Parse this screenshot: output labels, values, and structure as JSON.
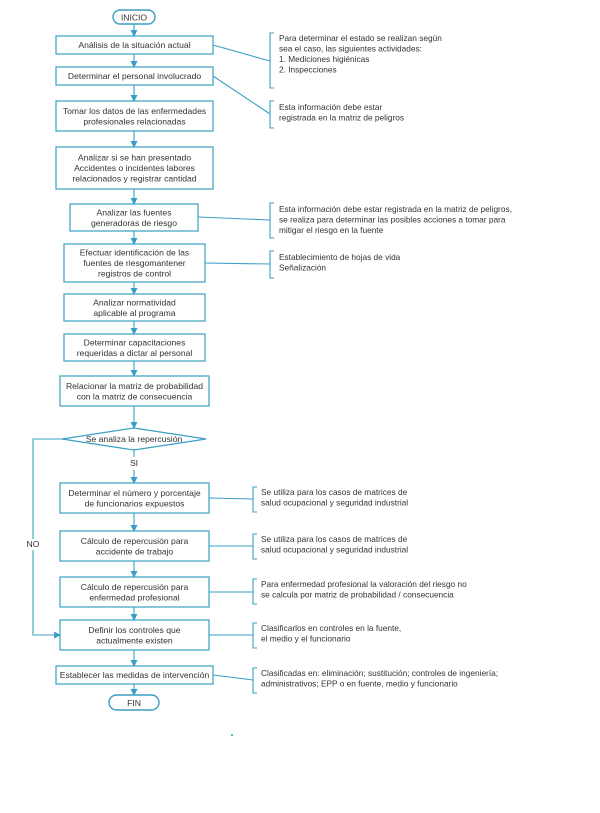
{
  "start": "INICIO",
  "end": "FIN",
  "steps": [
    {
      "lines": [
        "Análisis de la situación actual"
      ]
    },
    {
      "lines": [
        "Determinar el personal involucrado"
      ]
    },
    {
      "lines": [
        "Tomar los datos de las enfermedades",
        "profesionales relacionadas"
      ]
    },
    {
      "lines": [
        "Analizar si se han presentado",
        "Accidentes o incidentes labores",
        "relacionados y registrar cantidad"
      ]
    },
    {
      "lines": [
        "Analizar las fuentes",
        "generadoras de riesgo"
      ]
    },
    {
      "lines": [
        "Efectuar identificación de las",
        "fuentes de riesgomantener",
        "registros de control"
      ]
    },
    {
      "lines": [
        "Analizar normatividad",
        "aplicable al programa"
      ]
    },
    {
      "lines": [
        "Determinar capacitaciones",
        "requeridas a dictar al personal"
      ]
    },
    {
      "lines": [
        "Relacionar la matriz de probabilidad",
        "con la matriz de consecuencia"
      ]
    }
  ],
  "decision": {
    "label": "Se analiza la repercusión",
    "yes": "SI",
    "no": "NO"
  },
  "branch_steps": [
    {
      "lines": [
        "Determinar el número y porcentaje",
        "de funcionarios expuestos"
      ]
    },
    {
      "lines": [
        "Cálculo de repercusión para",
        "accidente de trabajo"
      ]
    },
    {
      "lines": [
        "Cálculo de repercusión para",
        "enfermedad profesional"
      ]
    },
    {
      "lines": [
        "Definir los controles que",
        "actualmente existen"
      ]
    },
    {
      "lines": [
        "Establecer las medidas de intervención"
      ]
    }
  ],
  "notes": [
    {
      "lines": [
        "Para determinar el estado se realizan según",
        "sea el caso, las siguientes actividades:",
        "",
        "1. Mediciones higiénicas",
        "2. Inspecciones"
      ]
    },
    {
      "lines": [
        "Esta información debe estar",
        "registrada en la matriz de peligros"
      ]
    },
    {
      "lines": [
        "Esta información debe estar registrada en la matriz de peligros,",
        "se realiza para determinar las posibles acciones a tomar para",
        "mitigar el riesgo en la fuente"
      ]
    },
    {
      "lines": [
        "Establecimiento de hojas de vida",
        "Señalización"
      ]
    },
    {
      "lines": [
        "Se utiliza para los casos de matrices de",
        "salud ocupacional y seguridad industrial"
      ]
    },
    {
      "lines": [
        "Se utiliza para los casos de matrices de",
        "salud ocupacional y seguridad industrial"
      ]
    },
    {
      "lines": [
        "Para enfermedad profesional la valoración del riesgo no",
        "se calcula por matriz de probabilidad / consecuencia"
      ]
    },
    {
      "lines": [
        "Clasificarlos en controles en la fuente,",
        "el medio y el funcionario"
      ]
    },
    {
      "lines": [
        "Clasificadas en: eliminación; sustitución; controles de ingeniería;",
        "administrativos; EPP o en fuente, medio y funcionario"
      ]
    }
  ],
  "colors": {
    "stroke": "#3a9fc4",
    "text": "#333333",
    "background": "#ffffff"
  }
}
